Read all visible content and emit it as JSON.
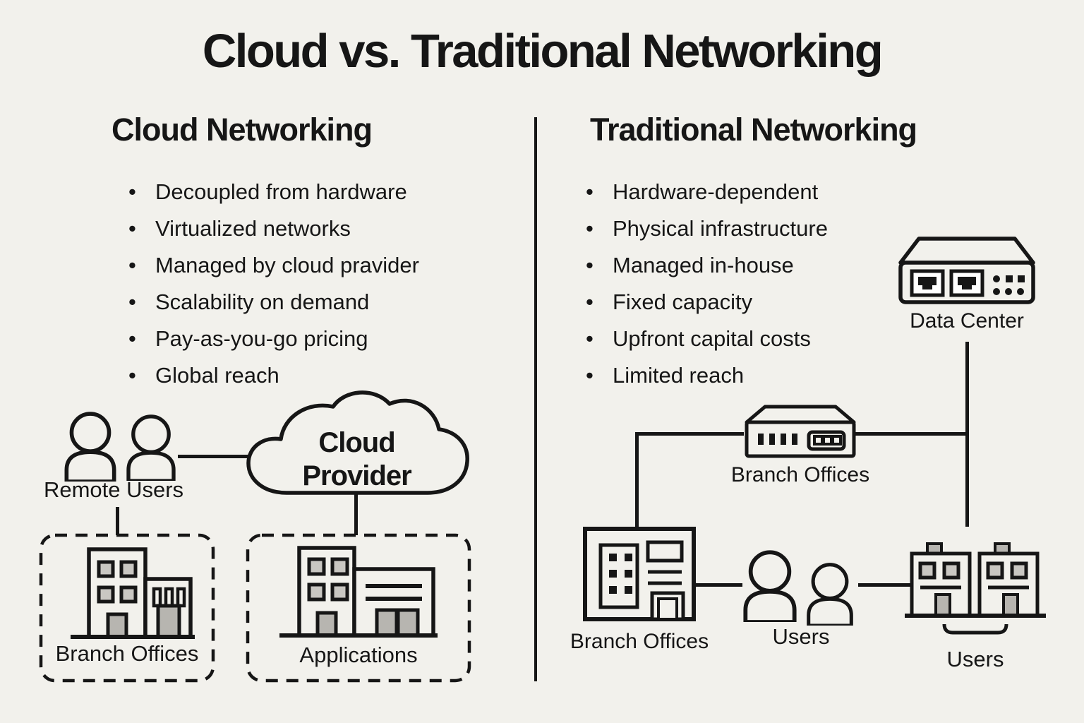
{
  "title": "Cloud vs. Traditional Networking",
  "colors": {
    "background": "#f2f1ec",
    "ink": "#161616",
    "window_gray": "#c9c7c2",
    "door_gray": "#b7b5b0"
  },
  "left": {
    "heading": "Cloud Networking",
    "bullets": [
      "Decoupled from hardware",
      "Virtualized networks",
      "Managed by cloud pravider",
      "Scalability on demand",
      "Pay-as-you-go pricing",
      "Global reach"
    ],
    "labels": {
      "remote_users": "Remote Users",
      "cloud_line1": "Cloud",
      "cloud_line2": "Provider",
      "branch_offices": "Branch Offices",
      "applications": "Applications"
    }
  },
  "right": {
    "heading": "Traditional Networking",
    "bullets": [
      "Hardware-dependent",
      "Physical infrastructure",
      "Managed in-house",
      "Fixed capacity",
      "Upfront capital costs",
      "Limited reach"
    ],
    "labels": {
      "data_center": "Data Center",
      "branch_offices_router": "Branch Offices",
      "branch_offices_building": "Branch Offices",
      "users_people": "Users",
      "users_buildings": "Users"
    }
  },
  "icons": {
    "remote_users": "two-person-outline-icon",
    "cloud": "cloud-outline-icon",
    "branch_offices_left": "two-buildings-icon",
    "applications": "office-and-warehouse-icon",
    "data_center": "network-switch-icon",
    "branch_offices_router": "router-icon",
    "branch_offices_building": "office-building-icon",
    "users_people": "two-person-outline-icon",
    "users_buildings": "two-houses-icon"
  }
}
